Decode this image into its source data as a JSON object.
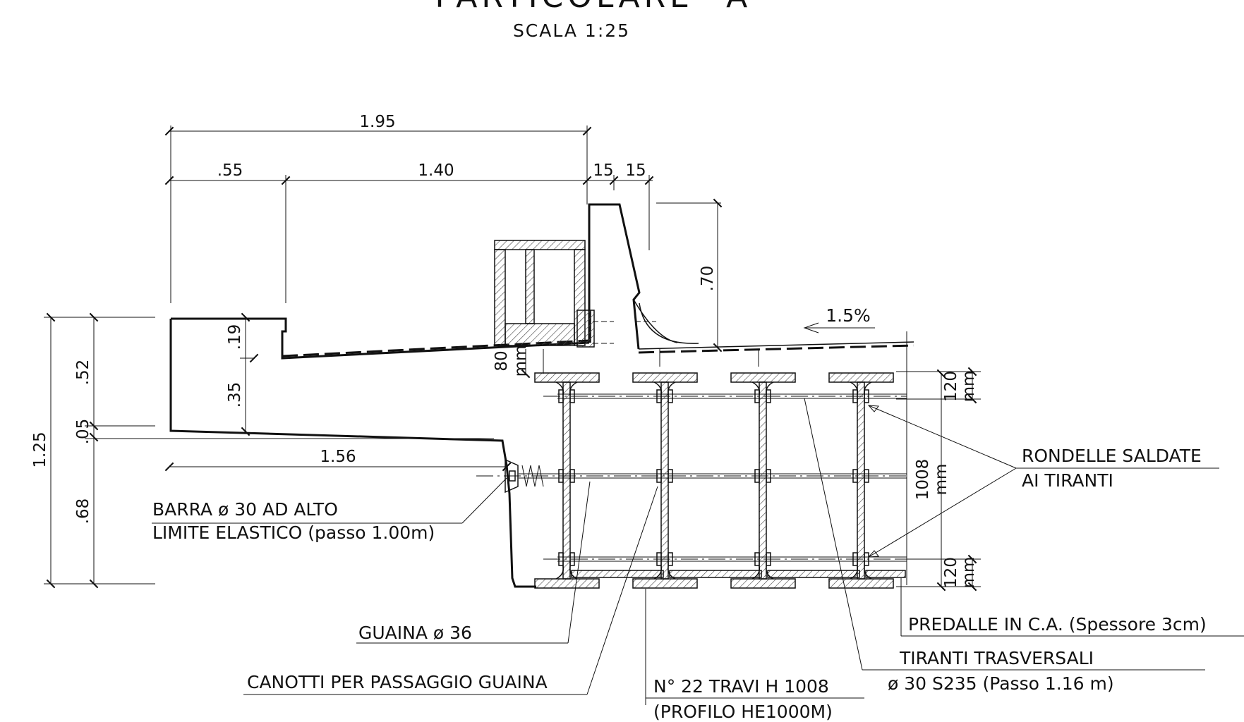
{
  "header": {
    "title": "PARTICOLARE \"A\"",
    "scale": "SCALA 1:25"
  },
  "dimensions": {
    "d_195": "1.95",
    "d_055": ".55",
    "d_140": "1.40",
    "d_15a": "15",
    "d_15b": "15",
    "d_070": ".70",
    "slope": "1.5%",
    "d_125": "1.25",
    "d_052": ".52",
    "d_005": ".05",
    "d_068": ".68",
    "d_019": ".19",
    "d_035": ".35",
    "d_156": "1.56",
    "d_80": "80",
    "d_80_unit": "mm",
    "d_120_top": "120",
    "d_120_top_unit": "mm",
    "d_1008": "1008",
    "d_1008_unit": "mm",
    "d_120_bot": "120",
    "d_120_bot_unit": "mm"
  },
  "labels": {
    "rondelle_1": "RONDELLE SALDATE",
    "rondelle_2": "AI TIRANTI",
    "barra_1": "BARRA ø 30 AD ALTO",
    "barra_2": "LIMITE ELASTICO (passo 1.00m)",
    "guaina": "GUAINA ø 36",
    "canotti": "CANOTTI PER PASSAGGIO GUAINA",
    "travi_1": "N° 22 TRAVI H 1008",
    "travi_2": "(PROFILO HE1000M)",
    "tiranti_1": "TIRANTI TRASVERSALI",
    "tiranti_2": "ø 30 S235 (Passo 1.16 m)",
    "predalle": "PREDALLE IN C.A. (Spessore 3cm)"
  }
}
